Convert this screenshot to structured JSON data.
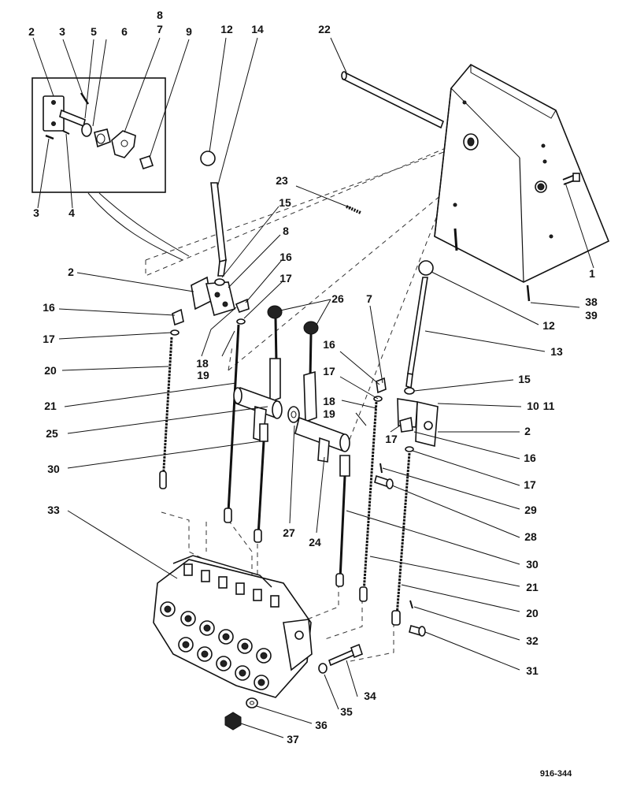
{
  "drawing_number": "916-344",
  "callouts": [
    "1",
    "2",
    "3",
    "4",
    "5",
    "6",
    "7",
    "8",
    "9",
    "10",
    "11",
    "12",
    "13",
    "14",
    "15",
    "16",
    "17",
    "18",
    "19",
    "20",
    "21",
    "22",
    "23",
    "24",
    "25",
    "26",
    "27",
    "28",
    "29",
    "30",
    "31",
    "32",
    "33",
    "34",
    "35",
    "36",
    "37",
    "38",
    "39"
  ],
  "labels": {
    "l2a": "2",
    "l3a": "3",
    "l5": "5",
    "l6": "6",
    "l8a": "8",
    "l7a": "7",
    "l9": "9",
    "l12a": "12",
    "l14": "14",
    "l22": "22",
    "l3b": "3",
    "l4": "4",
    "l23": "23",
    "l15a": "15",
    "l8b": "8",
    "l16a": "16",
    "l17a": "17",
    "l2b": "2",
    "l16b": "16",
    "l17b": "17",
    "l20a": "20",
    "l18a": "18",
    "l19a": "19",
    "l26": "26",
    "l7b": "7",
    "l21a": "21",
    "l25": "25",
    "l16c": "16",
    "l17c": "17",
    "l18b": "18",
    "l19b": "19",
    "l17d": "17",
    "l15b": "15",
    "l10": "10",
    "l11": "11",
    "l2c": "2",
    "l16d": "16",
    "l17e": "17",
    "l30a": "30",
    "l33": "33",
    "l27": "27",
    "l24": "24",
    "l29": "29",
    "l28": "28",
    "l30b": "30",
    "l21b": "21",
    "l20b": "20",
    "l32": "32",
    "l31": "31",
    "l34": "34",
    "l35": "35",
    "l36": "36",
    "l37": "37",
    "l1": "1",
    "l38": "38",
    "l39": "39",
    "l12b": "12",
    "l13": "13"
  }
}
